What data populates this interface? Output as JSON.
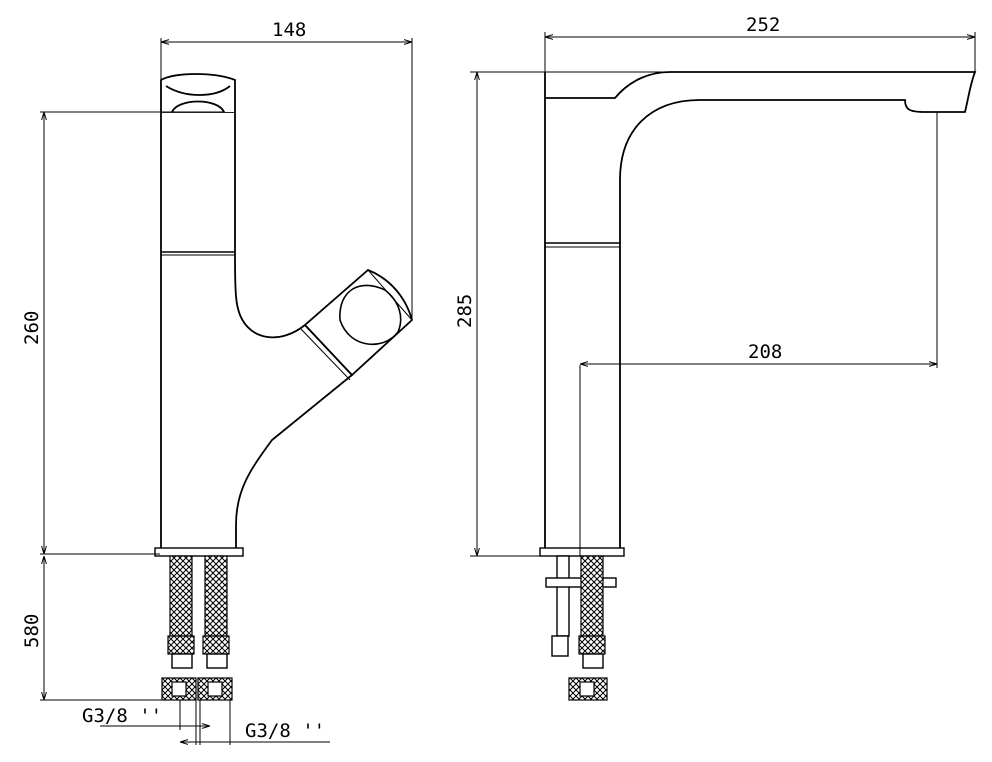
{
  "dimensions": {
    "front_width": "148",
    "front_height": "260",
    "hose_length": "580",
    "thread_left": "G3/8 ''",
    "thread_right": "G3/8 ''",
    "side_width": "252",
    "side_height": "285",
    "spout_reach": "208"
  }
}
